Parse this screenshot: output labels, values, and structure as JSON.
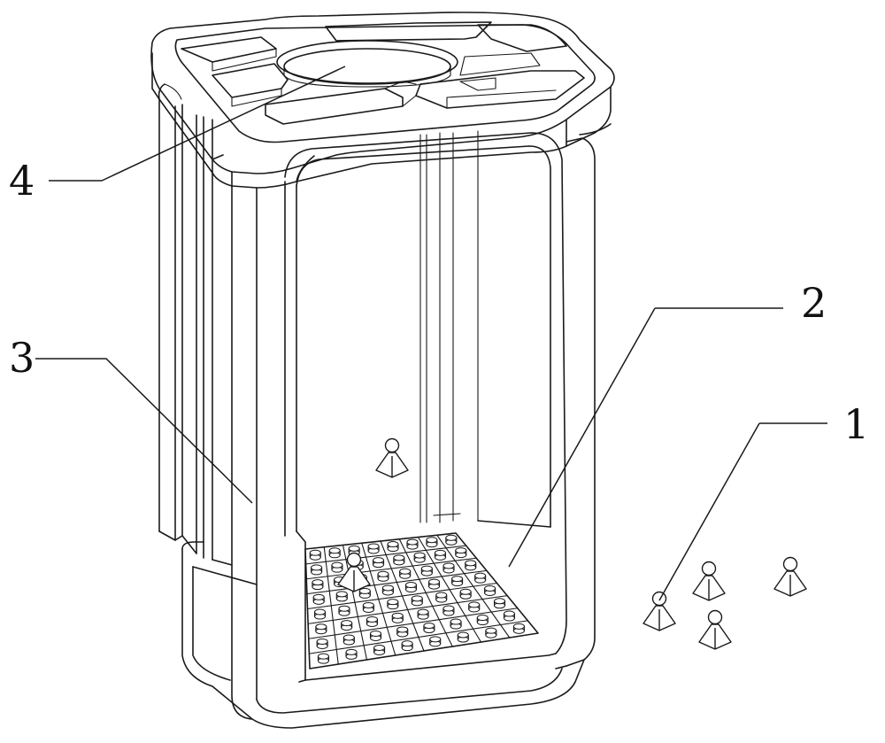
{
  "callouts": [
    {
      "id": "part-4",
      "label": "4"
    },
    {
      "id": "part-3",
      "label": "3"
    },
    {
      "id": "part-2",
      "label": "2"
    },
    {
      "id": "part-1",
      "label": "1"
    }
  ],
  "colors": {
    "line": "#1a1a1a",
    "background": "#ffffff"
  }
}
